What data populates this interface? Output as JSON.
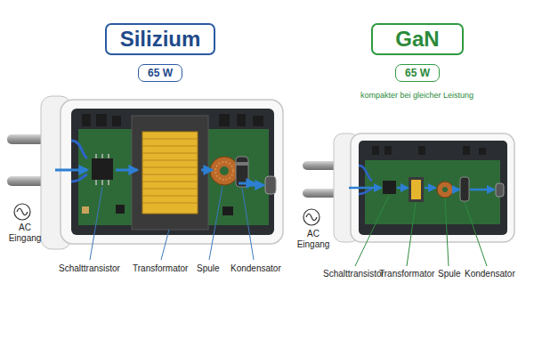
{
  "diagram": {
    "nodes": [
      {
        "text": [
          "Silizium"
        ]
      },
      {
        "text": [
          "65 W"
        ]
      },
      {
        "text": [
          "GaN"
        ]
      },
      {
        "text": [
          "65 W"
        ]
      }
    ],
    "labels": [
      "kompakter bei gleicher Leistung",
      "AC Eingang",
      "Schalttransistor",
      "Transformator",
      "Spule",
      "Kondensator",
      "AC Eingang",
      "Schalttransistor",
      "Transformator",
      "Spule",
      "Kondensator"
    ]
  }
}
